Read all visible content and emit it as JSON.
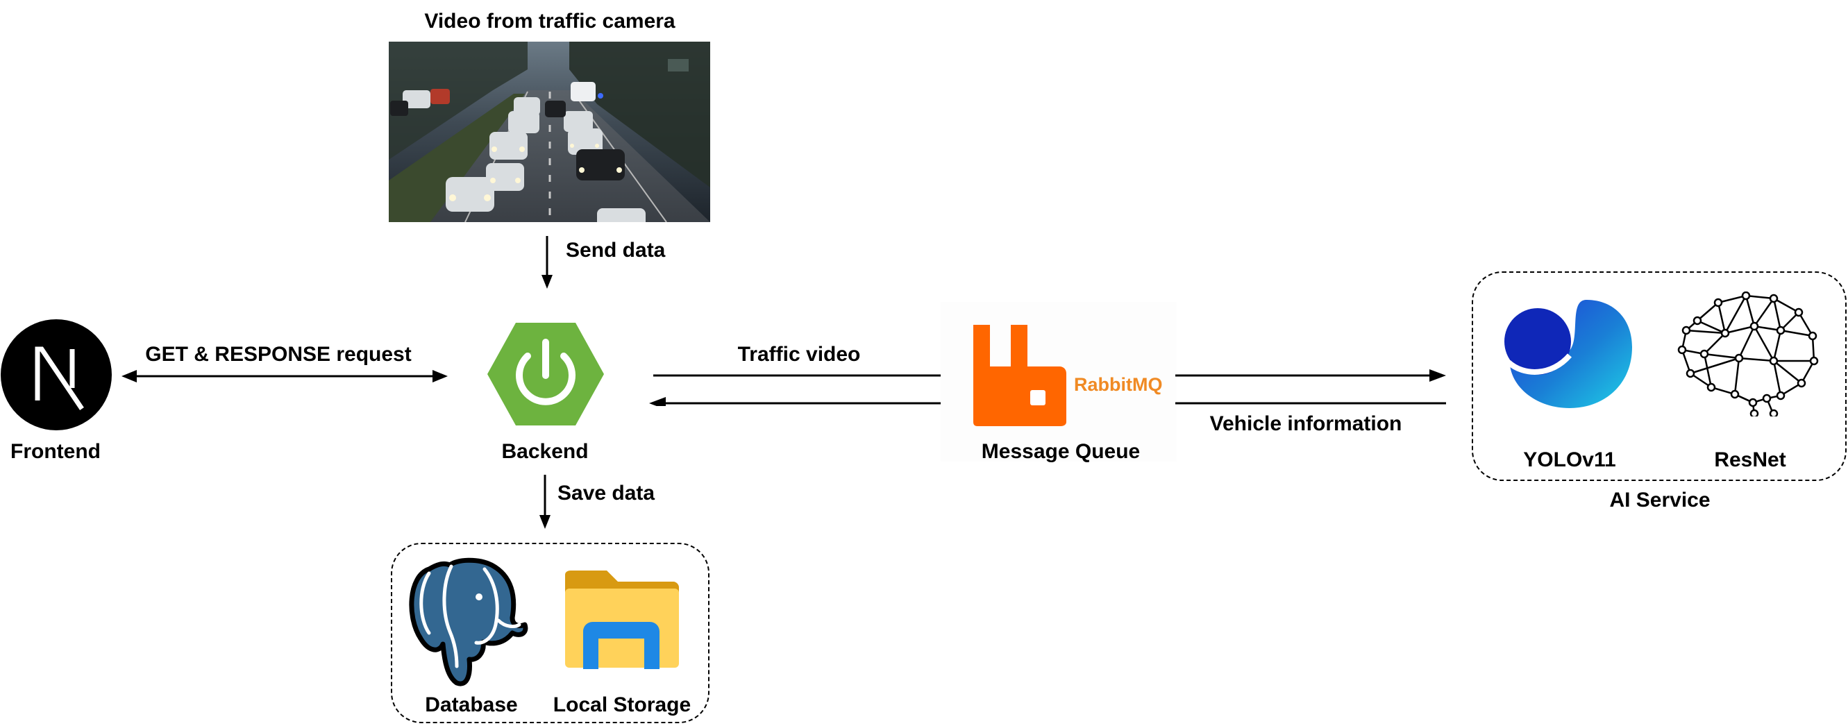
{
  "camera": {
    "title": "Video from traffic camera"
  },
  "edges": {
    "send_data": "Send data",
    "get_response": "GET & RESPONSE request",
    "traffic_video": "Traffic video",
    "vehicle_information": "Vehicle information",
    "save_data": "Save data"
  },
  "nodes": {
    "frontend": "Frontend",
    "backend": "Backend",
    "message_queue": "Message Queue",
    "rabbitmq_logo_text": "RabbitMQ",
    "yolo": "YOLOv11",
    "resnet": "ResNet",
    "ai_service": "AI Service",
    "database": "Database",
    "local_storage": "Local Storage"
  },
  "colors": {
    "spring_green": "#6db33f",
    "rabbitmq_orange": "#ff6600",
    "postgres_blue": "#336791",
    "folder_yellow": "#ffd25a",
    "folder_blue": "#1e88e5",
    "yolo_blue": "#1a7fd6",
    "night_sky": "#2a3440"
  },
  "icons": [
    "nextjs-logo-icon",
    "spring-boot-power-icon",
    "rabbitmq-logo-icon",
    "yolo-logo-icon",
    "neural-brain-icon",
    "postgresql-elephant-icon",
    "folder-icon"
  ]
}
